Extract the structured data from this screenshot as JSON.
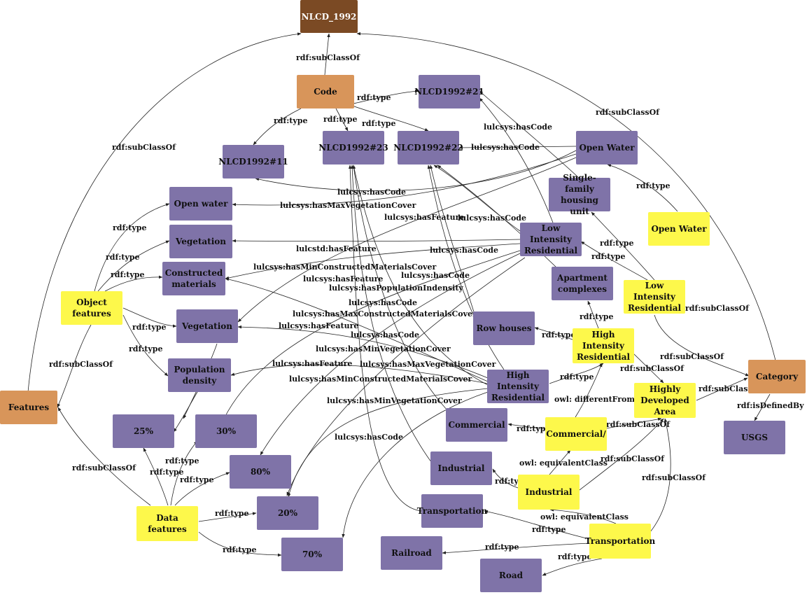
{
  "colors": {
    "purple": "#7f73a8",
    "yellow": "#fdf84b",
    "orange": "#d8955a",
    "brown": "#7b4a24"
  },
  "nodes": {
    "nlcd_1992": "NLCD_1992",
    "code": "Code",
    "nlcd21": "NLCD1992#21",
    "nlcd23": "NLCD1992#23",
    "nlcd22": "NLCD1992#22",
    "nlcd11": "NLCD1992#11",
    "open_water_cls": "Open Water",
    "open_water_feat": "Open water",
    "vegetation_top": "Vegetation",
    "constructed_materials": "Constructed materials",
    "vegetation_mid": "Vegetation",
    "population_density": "Population density",
    "single_family": "Single-family housing unit",
    "open_water_y": "Open Water",
    "low_int_res_p": "Low Intensity Residential",
    "apartment": "Apartment complexes",
    "low_int_res_y": "Low Intensity Residential",
    "row_houses": "Row houses",
    "high_int_res_y": "High Intensity Residential",
    "high_int_res_p": "High Intensity Residential",
    "highly_dev": "Highly Developed Area",
    "category": "Category",
    "usgs": "USGS",
    "commercial_p": "Commercial",
    "commercial_y": "Commercial/",
    "industrial_p": "Industrial",
    "industrial_y": "Industrial",
    "transportation_p": "Transportation",
    "transportation_y": "Transportation",
    "railroad": "Railroad",
    "road": "Road",
    "object_features": "Object features",
    "features": "Features",
    "data_features": "Data features",
    "p25": "25%",
    "p30": "30%",
    "p80": "80%",
    "p20": "20%",
    "p70": "70%"
  },
  "edge_labels": {
    "subclass_nlcd": "rdf:subClassOf",
    "code_type_21": "rdf:type",
    "code_type_11": "rdf:type",
    "code_type_23": "rdf:type",
    "code_type_22": "rdf:type",
    "has_code_21": "lulcsys:hasCode",
    "has_code_22": "lulcsys:hasCode",
    "subclass_cat_top": "rdf:subClassOf",
    "subclass_features_top": "rdf:subClassOf",
    "has_code_ow": "lulcsys:hasCode",
    "has_max_veg": "lulcsys:hasMaxVegetationCover",
    "has_feature_ow": "lulcsys:hasFeature",
    "has_code_lir": "lulcsys:hasCode",
    "ow_type": "rdf:type",
    "obj_type_ow": "rdf:type",
    "lulcstd_feat": "lulcstd:hasFeature",
    "has_code_lir2": "lulcsys:hasCode",
    "lir_type_sf": "rdf:type",
    "lir_type": "rdf:type",
    "obj_type_veg": "rdf:type",
    "obj_type_cm": "rdf:type",
    "min_cm": "lulcsys:hasMinConstructedMaterialsCover",
    "has_feature_cm": "lulcsys:hasFeature",
    "has_code_3": "lulcsys:hasCode",
    "pop_dens": "lulcsys:hasPopulationIndensity",
    "subclass_cat_lir": "rdf:subClassOf",
    "has_code_4": "lulcsys:hasCode",
    "max_cm": "lulcsys:hasMaxConstructedMaterialsCover",
    "has_feature_veg": "lulcsys:hasFeature",
    "has_code_5": "lulcsys:hasCode",
    "obj_type_veg2": "rdf:type",
    "hir_type_apt": "rdf:type",
    "hir_type_row": "rdf:type",
    "obj_type_pop": "rdf:type",
    "min_veg": "lulcsys:hasMinVegetationCover",
    "subclass_cat_hda": "rdf:subClassOf",
    "subclass_features_obj": "rdf:subClassOf",
    "has_feature_pop": "lulcsys:hasFeature",
    "max_veg": "lulcsys:hasMaxVegetationCover",
    "subclass_hir": "rdf:subClassOf",
    "hir_type": "rdf:type",
    "subclass_hda_cat": "rdf:subClassOf",
    "min_cm2": "lulcsys:hasMinConstructedMaterialsCover",
    "diff_from": "owl: differentFrom",
    "is_defined_by": "rdf:isDefinedBy",
    "min_veg2": "lulcsys:hasMinVegetationCover",
    "com_type": "rdf:type",
    "subclass_com": "rdf:subClassOf",
    "has_code_6": "lulcsys:hasCode",
    "df_type_25": "rdf:type",
    "equiv_1": "owl: equivalentClass",
    "subclass_ind": "rdf:subClassOf",
    "subclass_features_data": "rdf:subClassOf",
    "df_type_30": "rdf:type",
    "df_type_80": "rdf:type",
    "ind_type": "rdf:type",
    "subclass_trans": "rdf:subClassOf",
    "df_type_20": "rdf:type",
    "equiv_2": "owl: equivalentClass",
    "trans_type": "rdf:type",
    "trans_type_rail": "rdf:type",
    "df_type_70": "rdf:type",
    "trans_type_road": "rdf:type"
  }
}
